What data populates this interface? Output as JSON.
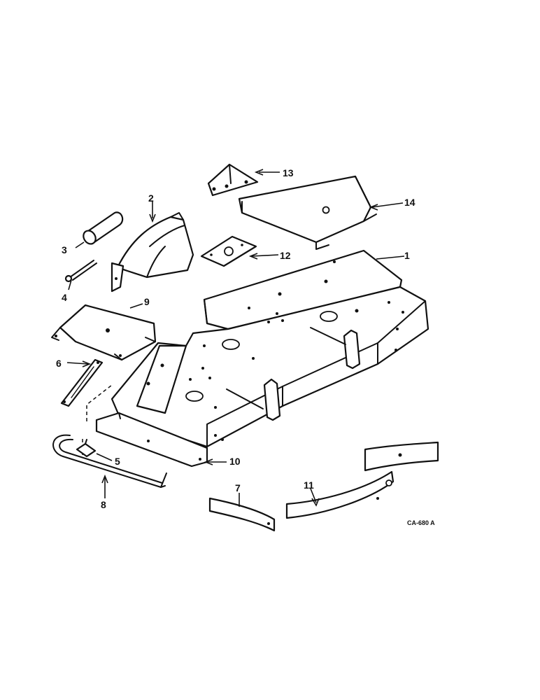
{
  "diagram": {
    "callouts": [
      "1",
      "2",
      "3",
      "4",
      "5",
      "6",
      "7",
      "8",
      "9",
      "10",
      "11",
      "12",
      "13",
      "14"
    ],
    "drawing_code": "CA-680 A"
  }
}
